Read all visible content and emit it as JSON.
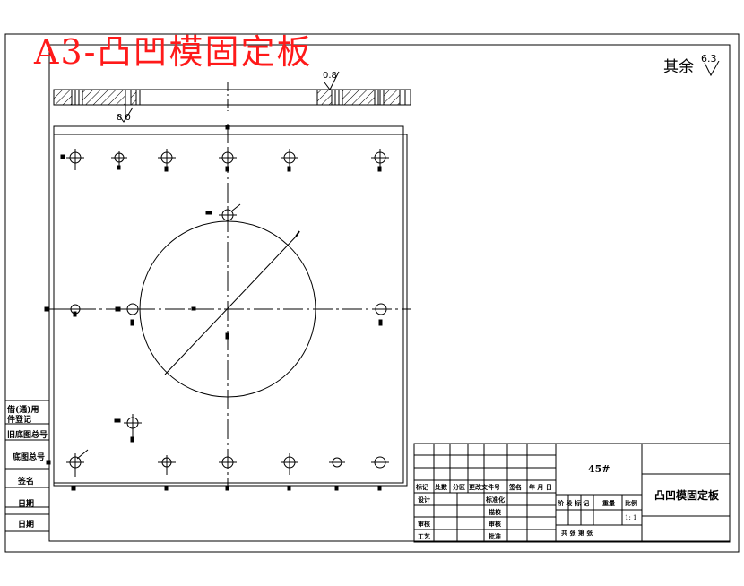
{
  "title_label": "A3-凸凹模固定板",
  "roughness": {
    "prefix": "其余",
    "value": "6.3"
  },
  "dims": {
    "top_roughness": "0.8",
    "thickness": "8  0"
  },
  "side_labels": [
    "借(通)用",
    "件登记",
    "旧底图总号",
    "底图总号",
    "签名",
    "日期",
    "日期"
  ],
  "title_block": {
    "material": "45#",
    "part_name": "凸凹模固定板",
    "revision_headers": [
      "标记",
      "处数",
      "分区",
      "更改文件号",
      "签名",
      "年 月 日"
    ],
    "role_labels_left": [
      "设计",
      "审核",
      "工艺"
    ],
    "role_labels_mid": [
      "标准化",
      "描校",
      "审核",
      "批准"
    ],
    "stage_headers": [
      "阶 段 标 记",
      "重量",
      "比例"
    ],
    "scale": "1: 1",
    "sheet_text": "共   张  第   张"
  },
  "colors": {
    "title_red": "#ff1a1a",
    "line": "#000000"
  }
}
